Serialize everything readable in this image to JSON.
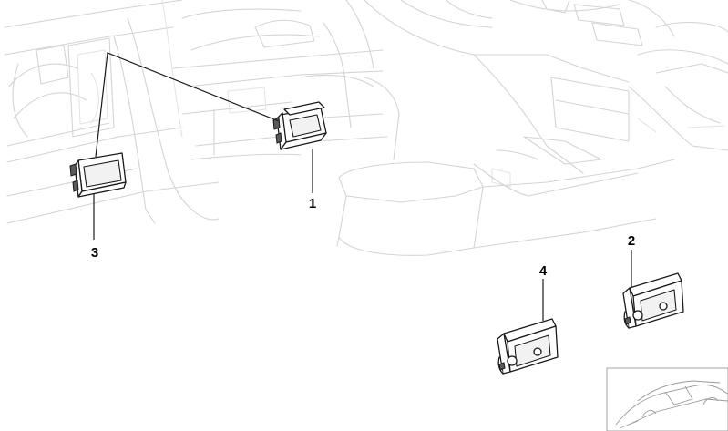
{
  "diagram": {
    "callouts": [
      {
        "label": "1"
      },
      {
        "label": "2"
      },
      {
        "label": "3"
      },
      {
        "label": "4"
      }
    ]
  },
  "colors": {
    "background": "#ffffff",
    "part_stroke": "#1a1a1a",
    "background_sketch": "#d4d4d4"
  }
}
